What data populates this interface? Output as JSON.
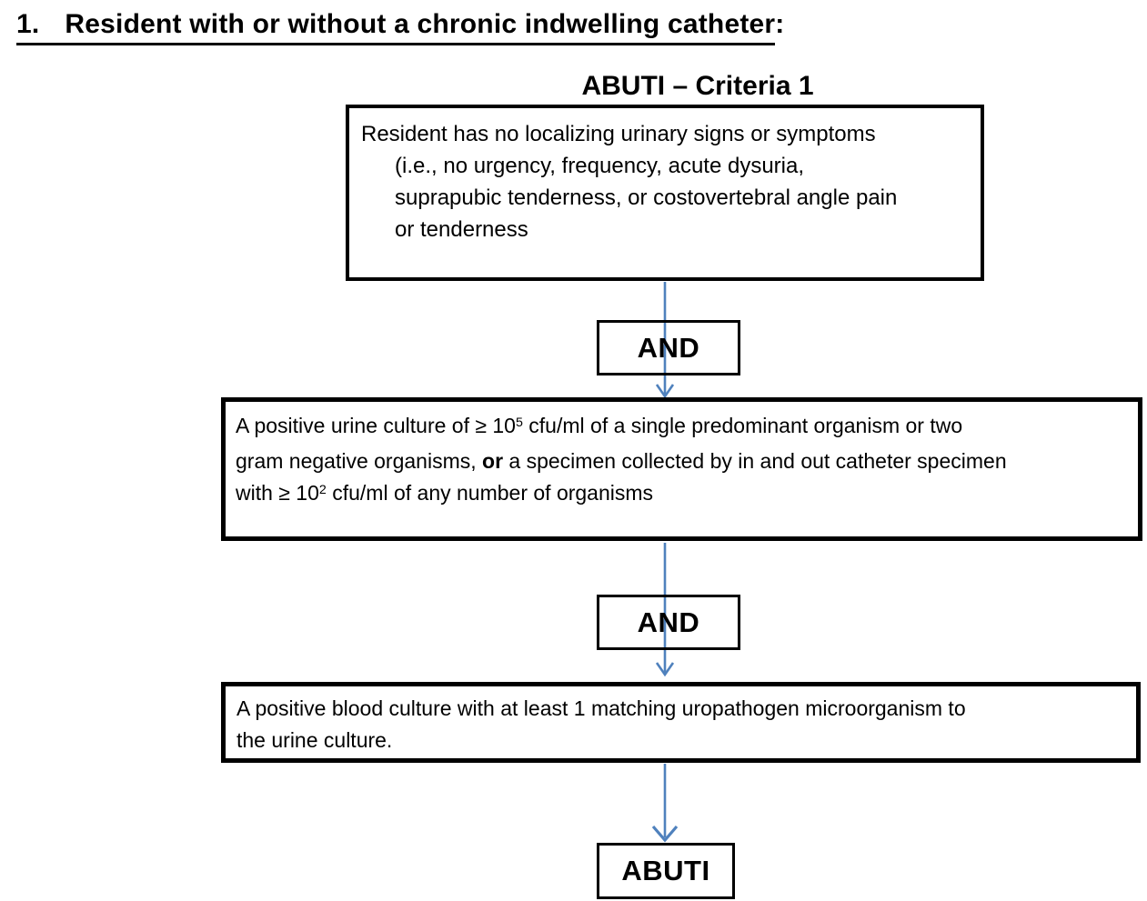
{
  "heading": {
    "number": "1.",
    "underlined_text": "Resident with or without a chronic indwelling catheter",
    "suffix": ":"
  },
  "diagram": {
    "title": "ABUTI – Criteria 1"
  },
  "flow": {
    "arrow_color": "#4F81BD",
    "box_border_color": "#000000",
    "connectors": {
      "and1": "AND",
      "and2": "AND"
    },
    "boxes": {
      "no_symptoms": {
        "lines": [
          "Resident has no localizing urinary signs or symptoms",
          "(i.e., no urgency, frequency, acute dysuria,",
          "suprapubic tenderness, or costovertebral angle pain",
          "or tenderness"
        ]
      },
      "urine_culture": {
        "rich_lines": [
          [
            {
              "t": "A positive urine culture of ≥ 10"
            },
            {
              "t": "5",
              "s": "sup"
            },
            {
              "t": " cfu/ml of a single predominant organism or two"
            }
          ],
          [
            {
              "t": "gram negative organisms, "
            },
            {
              "t": "or",
              "s": "b"
            },
            {
              "t": " a specimen collected by in and out catheter specimen"
            }
          ],
          [
            {
              "t": "with ≥ 10"
            },
            {
              "t": "2",
              "s": "sup"
            },
            {
              "t": " cfu/ml of any number of organisms"
            }
          ]
        ]
      },
      "blood_culture": {
        "lines": [
          "A positive blood culture with at least 1 matching uropathogen microorganism to",
          "the urine culture."
        ]
      }
    },
    "result": "ABUTI"
  }
}
